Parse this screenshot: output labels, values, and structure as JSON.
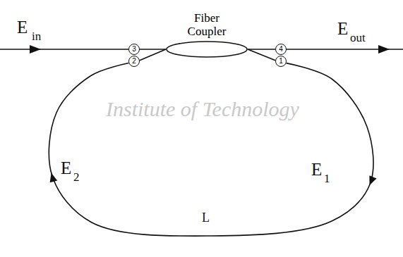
{
  "diagram": {
    "nodes": [
      {
        "text": [
          "Fiber Coupler"
        ]
      },
      {
        "text": [
          "3"
        ]
      },
      {
        "text": [
          "4"
        ]
      },
      {
        "text": [
          "2"
        ]
      },
      {
        "text": [
          "1"
        ]
      }
    ],
    "edges": [
      {
        "from": 1,
        "to": 0,
        "arrow": "none"
      },
      {
        "from": 0,
        "to": 2,
        "arrow": "none"
      },
      {
        "from": 3,
        "to": 0,
        "arrow": "none"
      },
      {
        "from": 0,
        "to": 4,
        "arrow": "none"
      },
      {
        "from": 4,
        "to": 3,
        "arrow": "to"
      }
    ],
    "labels": [
      "E",
      "in",
      "E",
      "out",
      "E",
      "1",
      "E",
      "2",
      "L",
      "Institute of Technology"
    ]
  }
}
